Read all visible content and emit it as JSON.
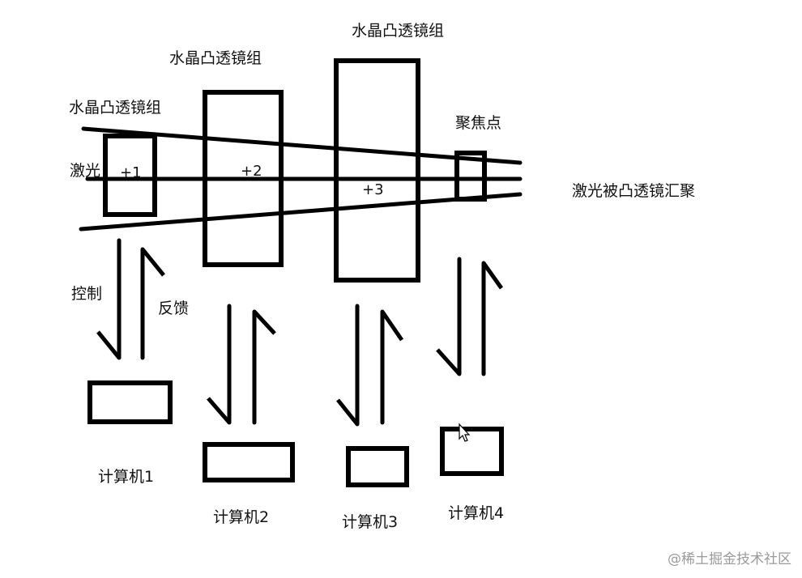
{
  "lens_groups": [
    {
      "title": "水晶凸透镜组",
      "power": "+1"
    },
    {
      "title": "水晶凸透镜组",
      "power": "+2"
    },
    {
      "title": "水晶凸透镜组",
      "power": "+3"
    }
  ],
  "labels": {
    "laser": "激光",
    "focal_point": "聚焦点",
    "converged": "激光被凸透镜汇聚",
    "control": "控制",
    "feedback": "反馈"
  },
  "computers": [
    "计算机1",
    "计算机2",
    "计算机3",
    "计算机4"
  ],
  "watermark": "@稀土掘金技术社区"
}
